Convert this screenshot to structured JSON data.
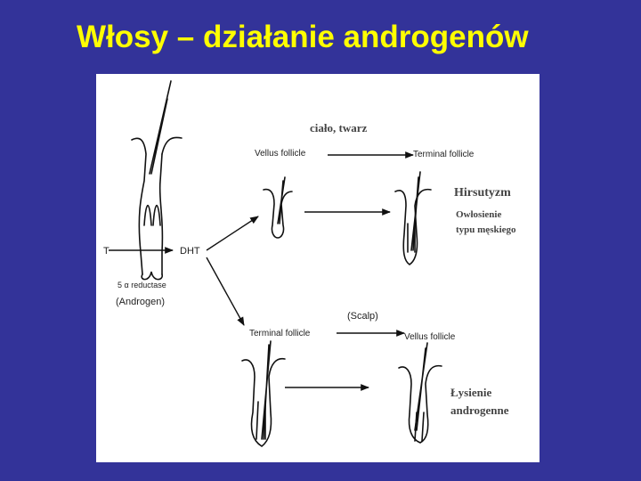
{
  "slide": {
    "title": "Włosy – działanie androgenów"
  },
  "diagram": {
    "top_section_label": "ciało, twarz",
    "top_from": "Vellus follicle",
    "top_to": "Terminal follicle",
    "top_effect_title": "Hirsutyzm",
    "top_effect_line1": "Owłosienie",
    "top_effect_line2": "typu męskiego",
    "left_input": "T",
    "left_output": "DHT",
    "enzyme": "5 α reductase",
    "androgen_note": "(Androgen)",
    "bottom_section_label": "(Scalp)",
    "bottom_from": "Terminal follicle",
    "bottom_to": "Vellus follicle",
    "bottom_effect_line1": "Łysienie",
    "bottom_effect_line2": "androgenne"
  }
}
